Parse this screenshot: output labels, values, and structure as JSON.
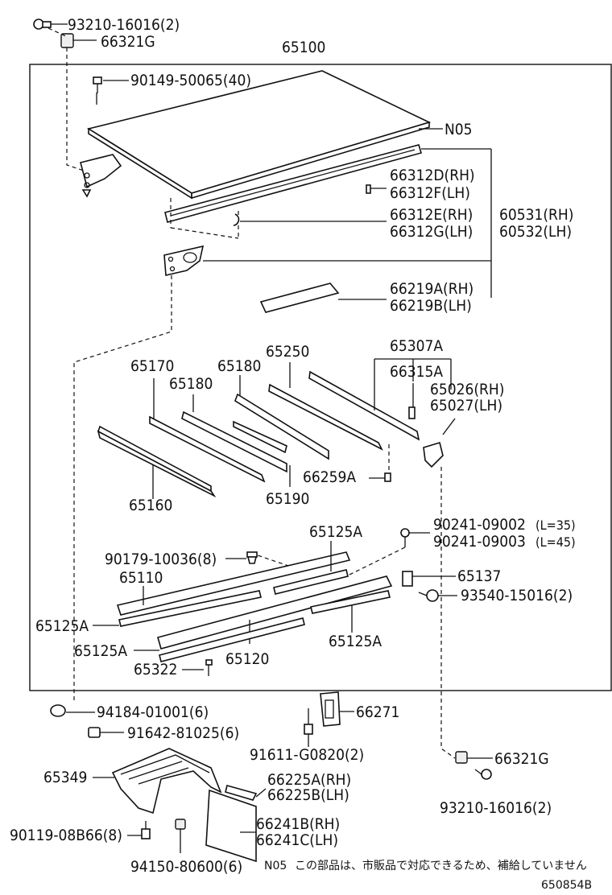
{
  "labels": {
    "l_93210_top": "93210-16016(2)",
    "l_66321g_top": "66321G",
    "l_65100": "65100",
    "l_90149": "90149-50065(40)",
    "l_n05": "N05",
    "l_66312d": "66312D(RH)",
    "l_66312f": "66312F(LH)",
    "l_66312e": "66312E(RH)",
    "l_66312g": "66312G(LH)",
    "l_60531": "60531(RH)",
    "l_60532": "60532(LH)",
    "l_66219a": "66219A(RH)",
    "l_66219b": "66219B(LH)",
    "l_65307a": "65307A",
    "l_66315a": "66315A",
    "l_65026": "65026(RH)",
    "l_65027": "65027(LH)",
    "l_65250": "65250",
    "l_65180a": "65180",
    "l_65170": "65170",
    "l_65180b": "65180",
    "l_66259a": "66259A",
    "l_65160": "65160",
    "l_65190": "65190",
    "l_65125a_1": "65125A",
    "l_90241_a": "90241-09002",
    "l_90241_a_len": "(L=35)",
    "l_90241_b": "90241-09003",
    "l_90241_b_len": "(L=45)",
    "l_90179": "90179-10036(8)",
    "l_65110": "65110",
    "l_65137": "65137",
    "l_93540": "93540-15016(2)",
    "l_65125a_2": "65125A",
    "l_65125a_3": "65125A",
    "l_65125a_4": "65125A",
    "l_65120": "65120",
    "l_65322": "65322",
    "l_94184": "94184-01001(6)",
    "l_91642": "91642-81025(6)",
    "l_66271": "66271",
    "l_91611": "91611-G0820(2)",
    "l_66321g_bot": "66321G",
    "l_93210_bot": "93210-16016(2)",
    "l_65349": "65349",
    "l_66225a": "66225A(RH)",
    "l_66225b": "66225B(LH)",
    "l_90119": "90119-08B66(8)",
    "l_66241b": "66241B(RH)",
    "l_66241c": "66241C(LH)",
    "l_94150": "94150-80600(6)"
  },
  "footnote": {
    "code": "N05",
    "text": "この部品は、市販品で対応できるため、補給していません"
  },
  "figure_id": "650854B"
}
